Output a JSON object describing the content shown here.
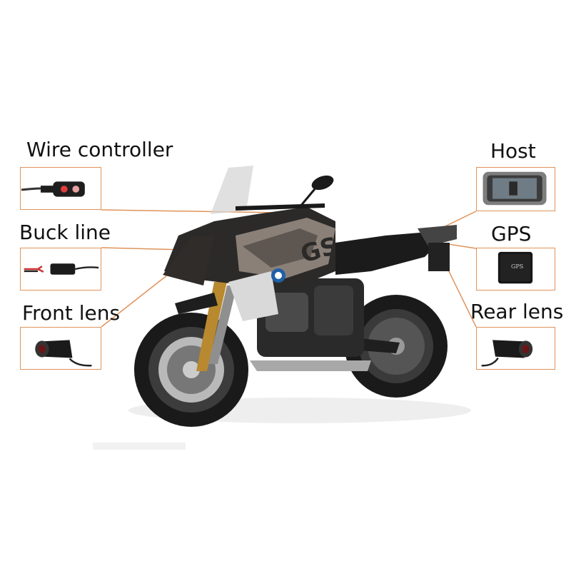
{
  "callouts": {
    "wire_controller": "Wire controller",
    "host": "Host",
    "buck_line": "Buck line",
    "gps": "GPS",
    "front_lens": "Front lens",
    "rear_lens": "Rear lens"
  },
  "host_icons": {
    "gps_text": "GPS"
  },
  "colors": {
    "connector_line": "#e0935a",
    "motorcycle_body": "#2b2a28",
    "tank_accent": "#8a8078",
    "wheel": "#1a1a1a"
  }
}
